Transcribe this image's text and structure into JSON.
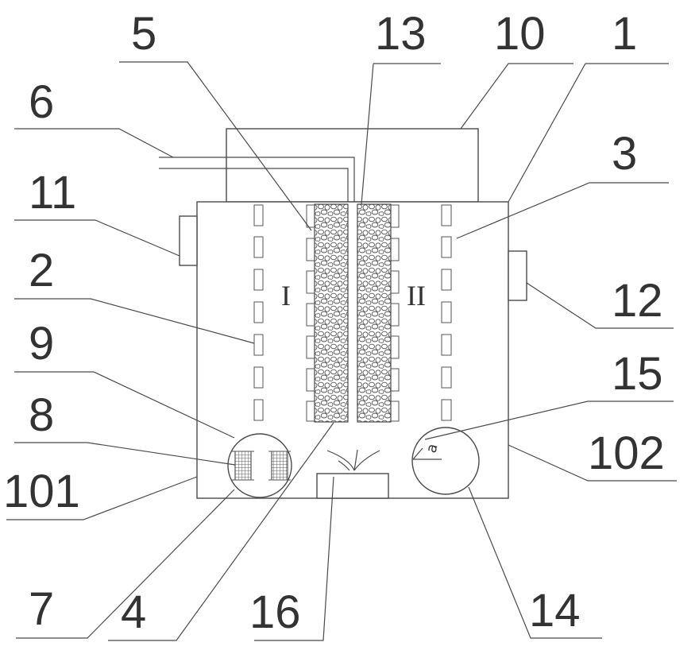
{
  "labels": {
    "n1": "1",
    "n2": "2",
    "n3": "3",
    "n4": "4",
    "n5": "5",
    "n6": "6",
    "n7": "7",
    "n8": "8",
    "n9": "9",
    "n10": "10",
    "n11": "11",
    "n12": "12",
    "n13": "13",
    "n14": "14",
    "n15": "15",
    "n16": "16",
    "n101": "101",
    "n102": "102"
  },
  "zones": {
    "left": "I",
    "right": "II"
  },
  "angle_symbol": "a"
}
